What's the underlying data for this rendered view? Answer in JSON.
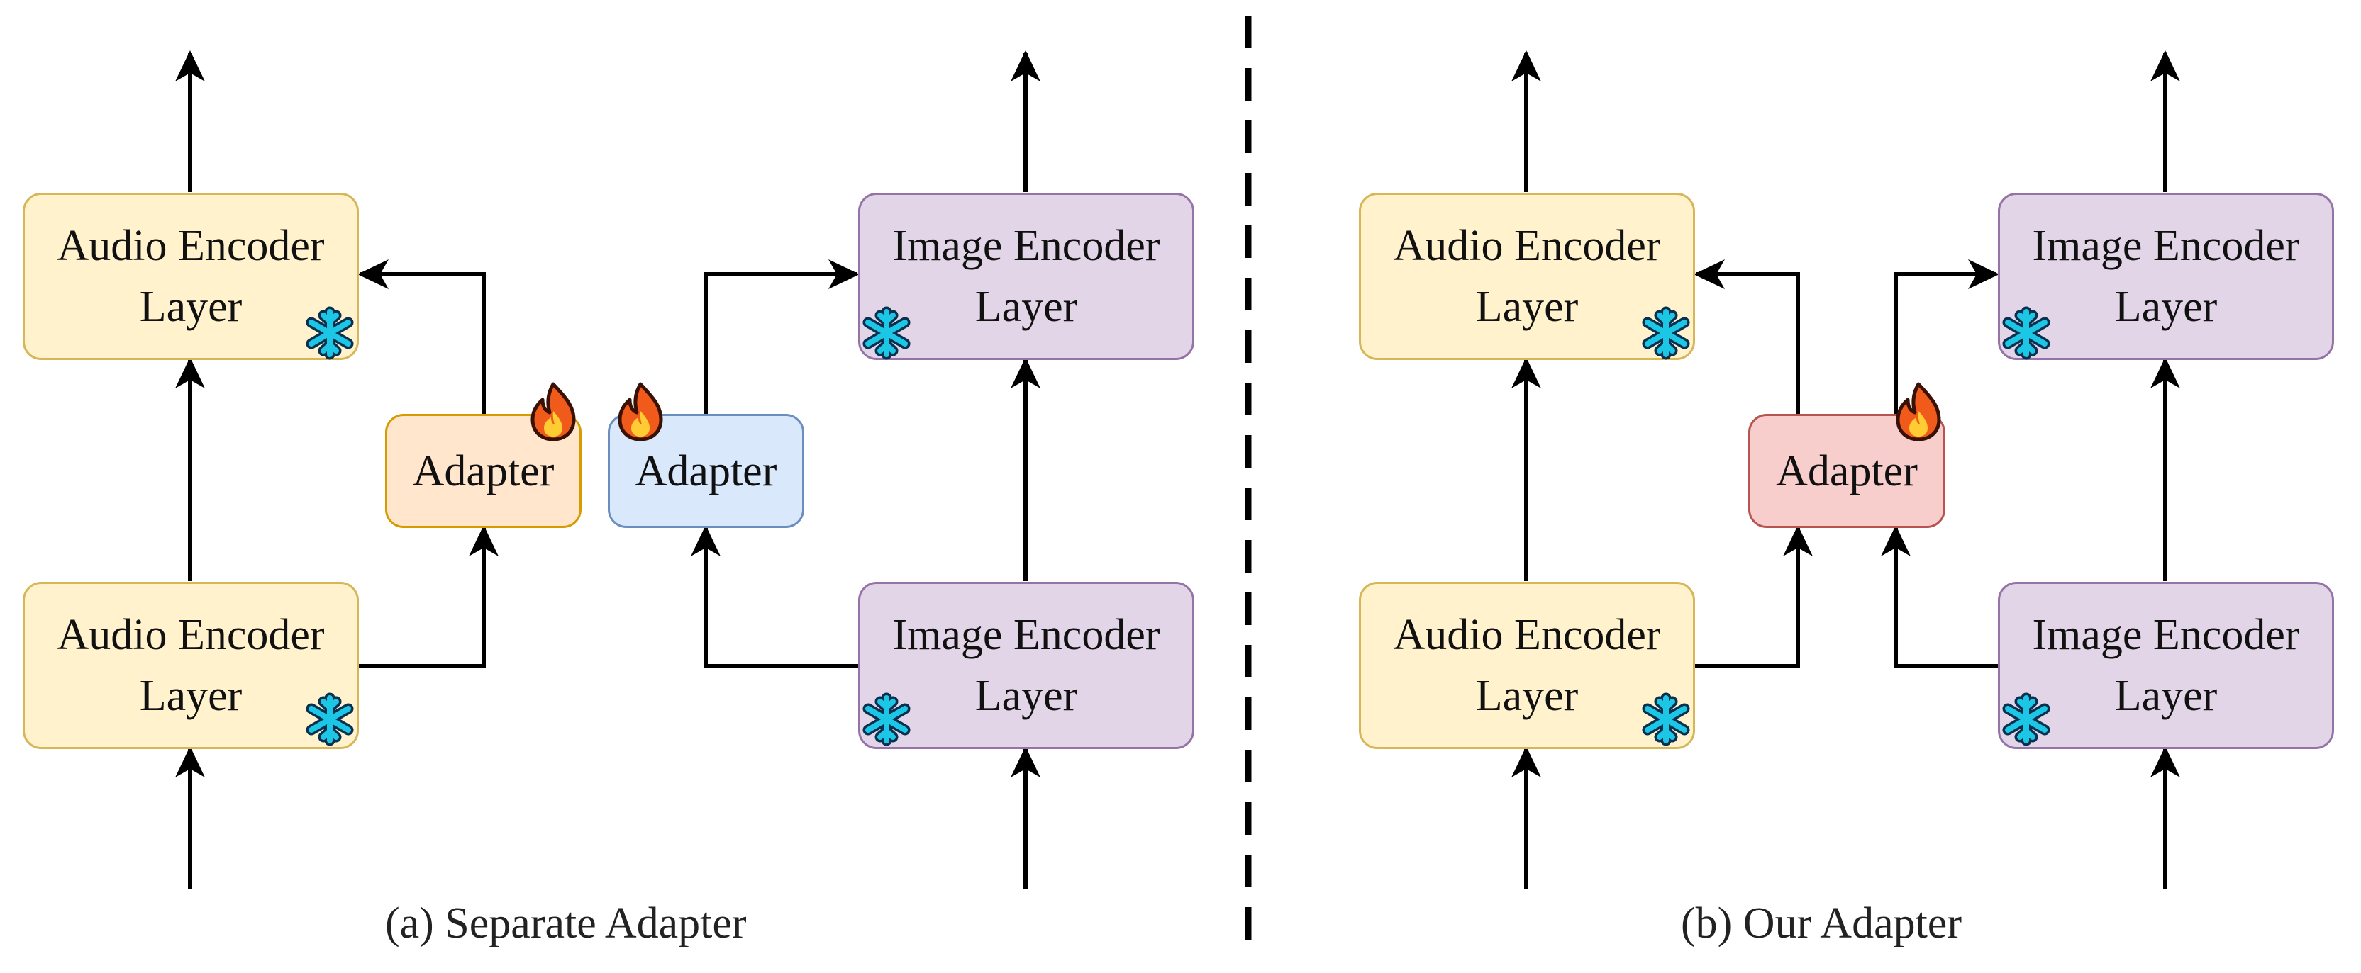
{
  "panels": [
    {
      "caption": "(a) Separate Adapter",
      "audio_top": "Audio Encoder Layer",
      "audio_bottom": "Audio Encoder Layer",
      "image_top": "Image Encoder Layer",
      "image_bottom": "Image Encoder Layer",
      "adapter_audio": "Adapter",
      "adapter_image": "Adapter"
    },
    {
      "caption": "(b) Our Adapter",
      "audio_top": "Audio Encoder Layer",
      "audio_bottom": "Audio Encoder Layer",
      "image_top": "Image Encoder Layer",
      "image_bottom": "Image Encoder Layer",
      "adapter_shared": "Adapter"
    }
  ],
  "icons": {
    "frozen": "snowflake-icon",
    "trainable": "fire-icon"
  },
  "colors": {
    "audio_fill": "#fff2cc",
    "image_fill": "#e1d5e7",
    "adapter_a_audio_fill": "#ffe6cc",
    "adapter_a_image_fill": "#dae8fc",
    "adapter_b_fill": "#f8cecc",
    "snowflake": "#1cc7e6",
    "fire": "#f05a1a"
  }
}
